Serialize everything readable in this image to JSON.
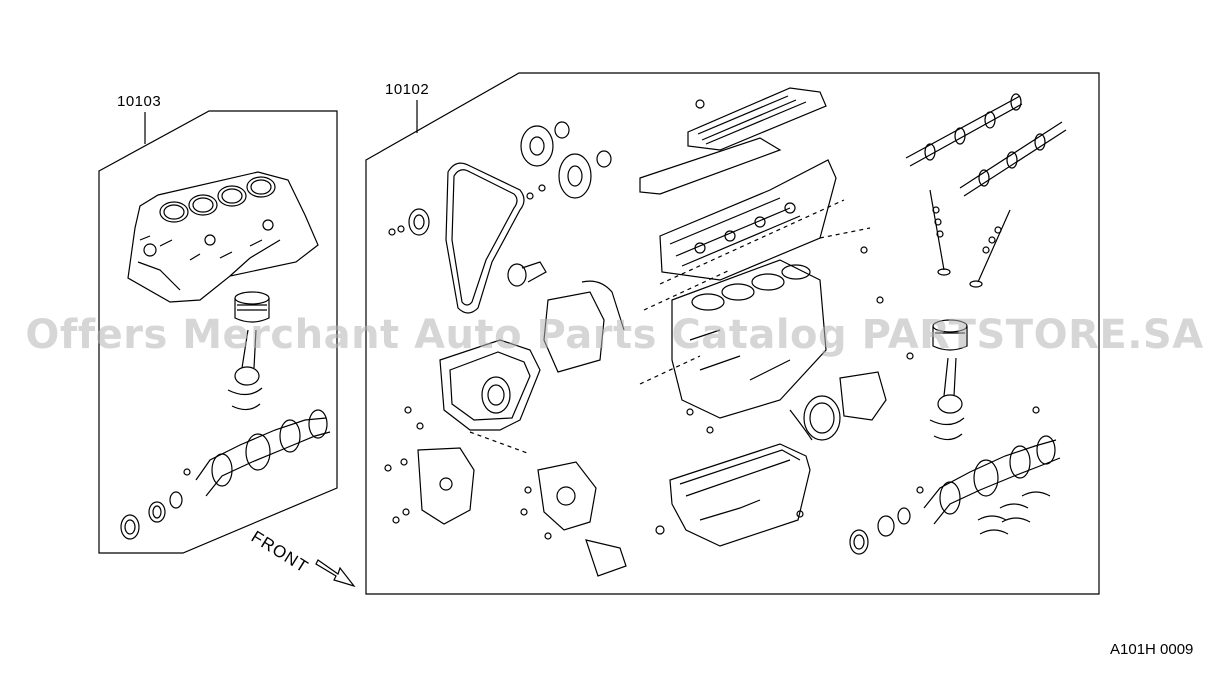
{
  "assemblies": [
    {
      "part_number": "10103",
      "description": ""
    },
    {
      "part_number": "10102",
      "description": ""
    }
  ],
  "watermark": "Offers Merchant Auto Parts Catalog PARTSTORE.SA",
  "direction_label": "FRONT",
  "drawing_code": "A101H 0009",
  "colors": {
    "line": "#000000",
    "watermark": "#b4b4b4",
    "background": "#ffffff"
  }
}
